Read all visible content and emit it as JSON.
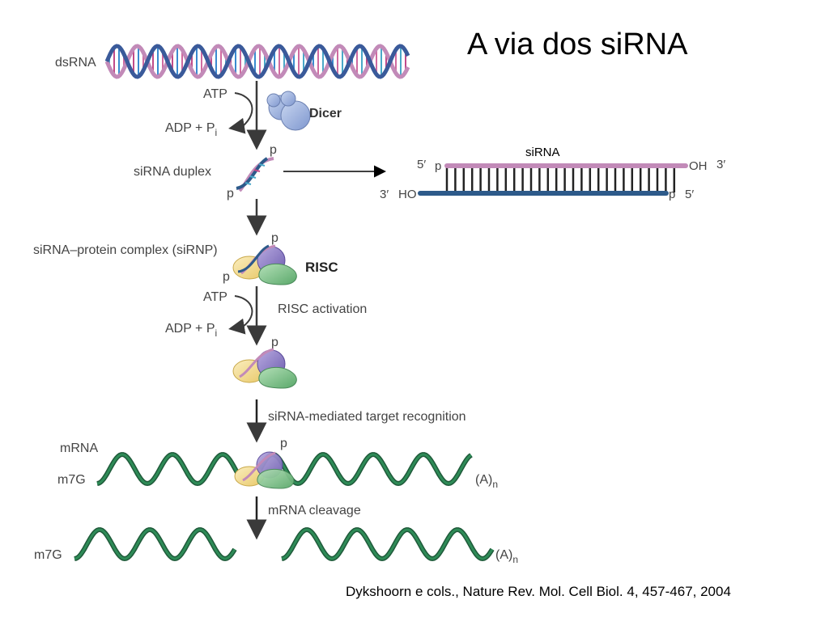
{
  "title": "A via dos siRNA",
  "citation": "Dykshoorn e cols., Nature Rev. Mol. Cell Biol. 4, 457-467, 2004",
  "labels": {
    "dsrna": "dsRNA",
    "atp": "ATP",
    "adp": "ADP + P",
    "adp_sub": "i",
    "dicer": "Dicer",
    "sirna_duplex": "siRNA duplex",
    "p": "p",
    "sirnp": "siRNA–protein complex (siRNP)",
    "risc": "RISC",
    "risc_activation": "RISC activation",
    "target_recognition": "siRNA-mediated target recognition",
    "mrna": "mRNA",
    "m7g": "m7G",
    "polya": "(A)",
    "polya_sub": "n",
    "cleavage": "mRNA cleavage"
  },
  "duplex_detail": {
    "heading": "siRNA",
    "top_5": "5′",
    "top_p": "p",
    "top_oh": "OH",
    "top_3": "3′",
    "bottom_3": "3′",
    "bottom_ho": "HO",
    "bottom_p": "p",
    "bottom_5": "5′"
  },
  "colors": {
    "sense_strand": "#c28ab8",
    "antisense_strand": "#2d5a8a",
    "mrna_strand": "#2e8b57",
    "dicer": "#8fa8d8",
    "risc_purple": "#8a78c4",
    "risc_yellow": "#f2d98a",
    "risc_green": "#7cc08a",
    "arrow": "#333333"
  }
}
